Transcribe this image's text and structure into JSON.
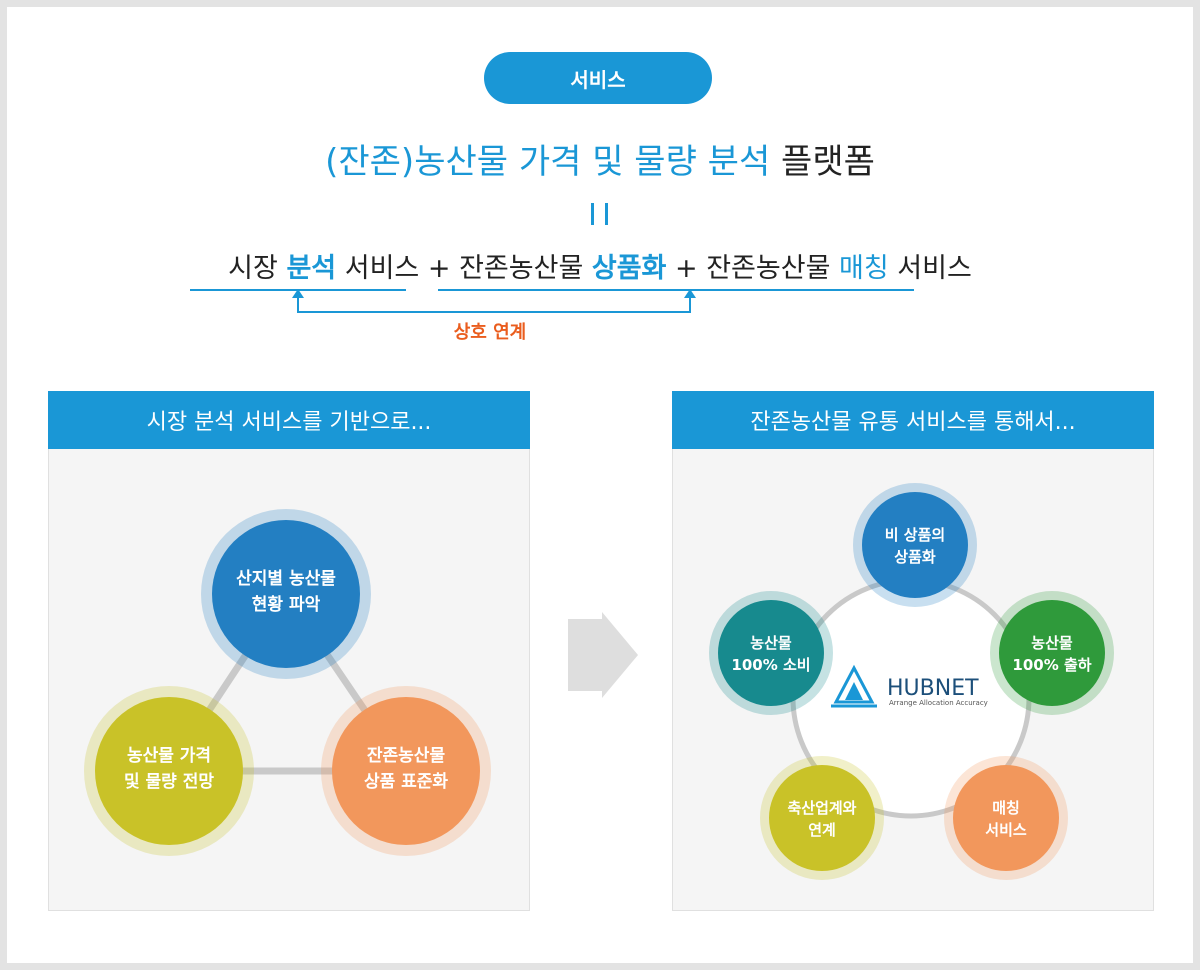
{
  "badge": "서비스",
  "title": {
    "highlight": "(잔존)농산물 가격 및 물량 분석",
    "rest": "플랫폼"
  },
  "formula": {
    "part1_pre": "시장",
    "part1_hl": "분석",
    "part1_post": "서비스",
    "plus": "+",
    "part2_pre": "잔존농산물",
    "part2_hl": "상품화",
    "part3_pre": "잔존농산물",
    "part3_hl": "매칭",
    "part3_post": "서비스"
  },
  "link_label": "상호 연계",
  "left_panel": {
    "header": "시장 분석 서비스를 기반으로...",
    "nodes": [
      {
        "line1": "산지별 농산물",
        "line2": "현황 파악",
        "color": "#237fc2"
      },
      {
        "line1": "농산물 가격",
        "line2": "및 물량 전망",
        "color": "#c9c228"
      },
      {
        "line1": "잔존농산물",
        "line2": "상품 표준화",
        "color": "#f2975c"
      }
    ]
  },
  "right_panel": {
    "header": "잔존농산물 유통 서비스를 통해서...",
    "logo": {
      "name": "HUBNET",
      "tagline": "Arrange Allocation Accuracy"
    },
    "nodes": [
      {
        "line1": "비 상품의",
        "line2": "상품화",
        "color": "#237fc2"
      },
      {
        "line1": "농산물",
        "line2": "100% 출하",
        "color": "#2f9a3b"
      },
      {
        "line1": "매칭",
        "line2": "서비스",
        "color": "#f2975c"
      },
      {
        "line1": "축산업계와",
        "line2": "연계",
        "color": "#c9c228"
      },
      {
        "line1": "농산물",
        "line2": "100% 소비",
        "color": "#178a8e"
      }
    ]
  },
  "colors": {
    "accent": "#1a97d6",
    "link": "#ea5d1e"
  }
}
